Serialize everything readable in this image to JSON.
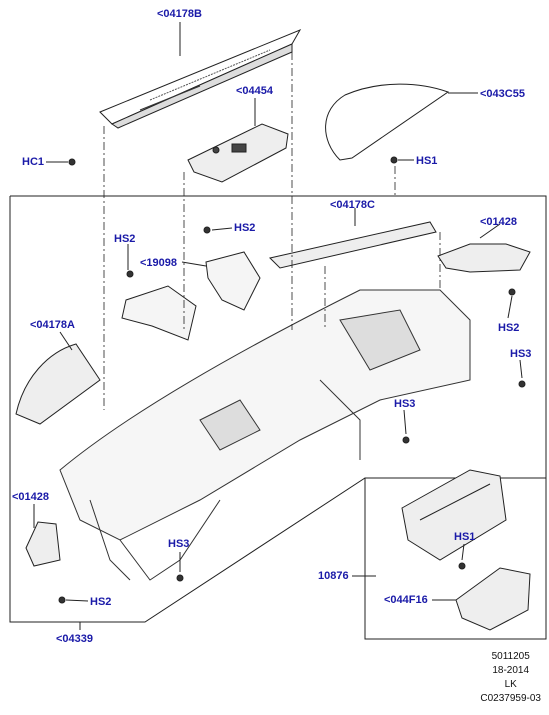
{
  "callouts": {
    "c04178B": "<04178B",
    "c04454": "<04454",
    "c043C55": "<043C55",
    "cHC1": "HC1",
    "cHS1a": "HS1",
    "c04178C": "<04178C",
    "c01428a": "<01428",
    "cHS2a": "HS2",
    "cHS2b": "HS2",
    "c19098": "<19098",
    "cHS2c": "HS2",
    "c04178A": "<04178A",
    "cHS3a": "HS3",
    "cHS3b": "HS3",
    "c01428b": "<01428",
    "cHS3c": "HS3",
    "cHS1b": "HS1",
    "c10876": "10876",
    "c044F16": "<044F16",
    "cHS2d": "HS2",
    "c04339": "<04339"
  },
  "footer": {
    "line1": "5011205",
    "line2": "18-2014",
    "line3": "LK",
    "line4": "C0237959-03"
  },
  "colors": {
    "callout": "#1a1aa8",
    "line": "#222222"
  }
}
